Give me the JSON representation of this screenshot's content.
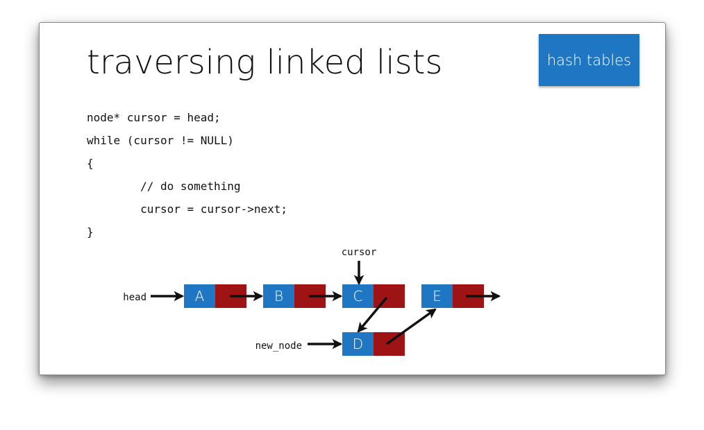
{
  "slide": {
    "title": "traversing linked lists",
    "badge": "hash tables",
    "colors": {
      "node_value": "#1f77c4",
      "node_pointer": "#9e1414",
      "badge": "#1f77c4"
    }
  },
  "code": {
    "lines": [
      "node* cursor = head;",
      "while (cursor != NULL)",
      "{",
      "        // do something",
      "        cursor = cursor->next;",
      "}"
    ]
  },
  "diagram": {
    "labels": {
      "head": "head",
      "cursor": "cursor",
      "new_node": "new_node"
    },
    "nodes": [
      {
        "id": "a",
        "label": "A"
      },
      {
        "id": "b",
        "label": "B"
      },
      {
        "id": "c",
        "label": "C"
      },
      {
        "id": "d",
        "label": "D"
      },
      {
        "id": "e",
        "label": "E"
      }
    ]
  }
}
